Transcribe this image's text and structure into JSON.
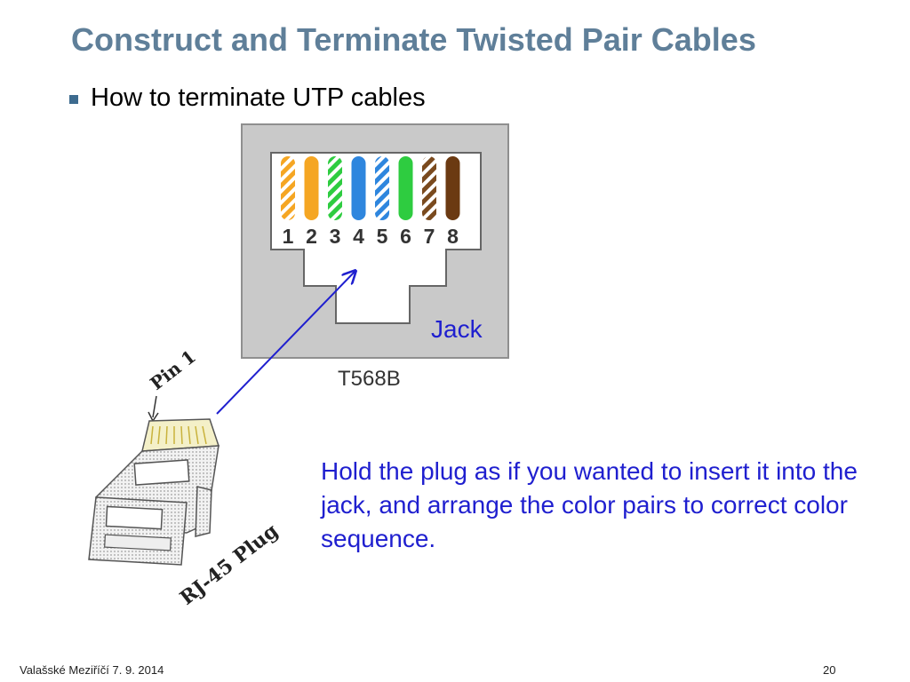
{
  "slide": {
    "title": "Construct and Terminate Twisted Pair Cables",
    "bullet": "How to terminate UTP cables",
    "body": "Hold the plug as if you wanted to insert it into the jack, and arrange the color pairs to correct color sequence.",
    "footer_left": "Valašské Meziříčí 7. 9. 2014",
    "page_number": "20"
  },
  "diagram": {
    "jack_label": "Jack",
    "standard_label": "T568B",
    "pin_1_label": "Pin 1",
    "plug_label": "RJ-45 Plug",
    "wires": [
      {
        "pin": "1",
        "color": "#f5a623",
        "striped": true
      },
      {
        "pin": "2",
        "color": "#f5a623",
        "striped": false
      },
      {
        "pin": "3",
        "color": "#2ecc40",
        "striped": true
      },
      {
        "pin": "4",
        "color": "#2e86de",
        "striped": false
      },
      {
        "pin": "5",
        "color": "#2e86de",
        "striped": true
      },
      {
        "pin": "6",
        "color": "#2ecc40",
        "striped": false
      },
      {
        "pin": "7",
        "color": "#7a4a1e",
        "striped": true
      },
      {
        "pin": "8",
        "color": "#6b3a12",
        "striped": false
      }
    ],
    "arrow_color": "#1f1fcf"
  }
}
